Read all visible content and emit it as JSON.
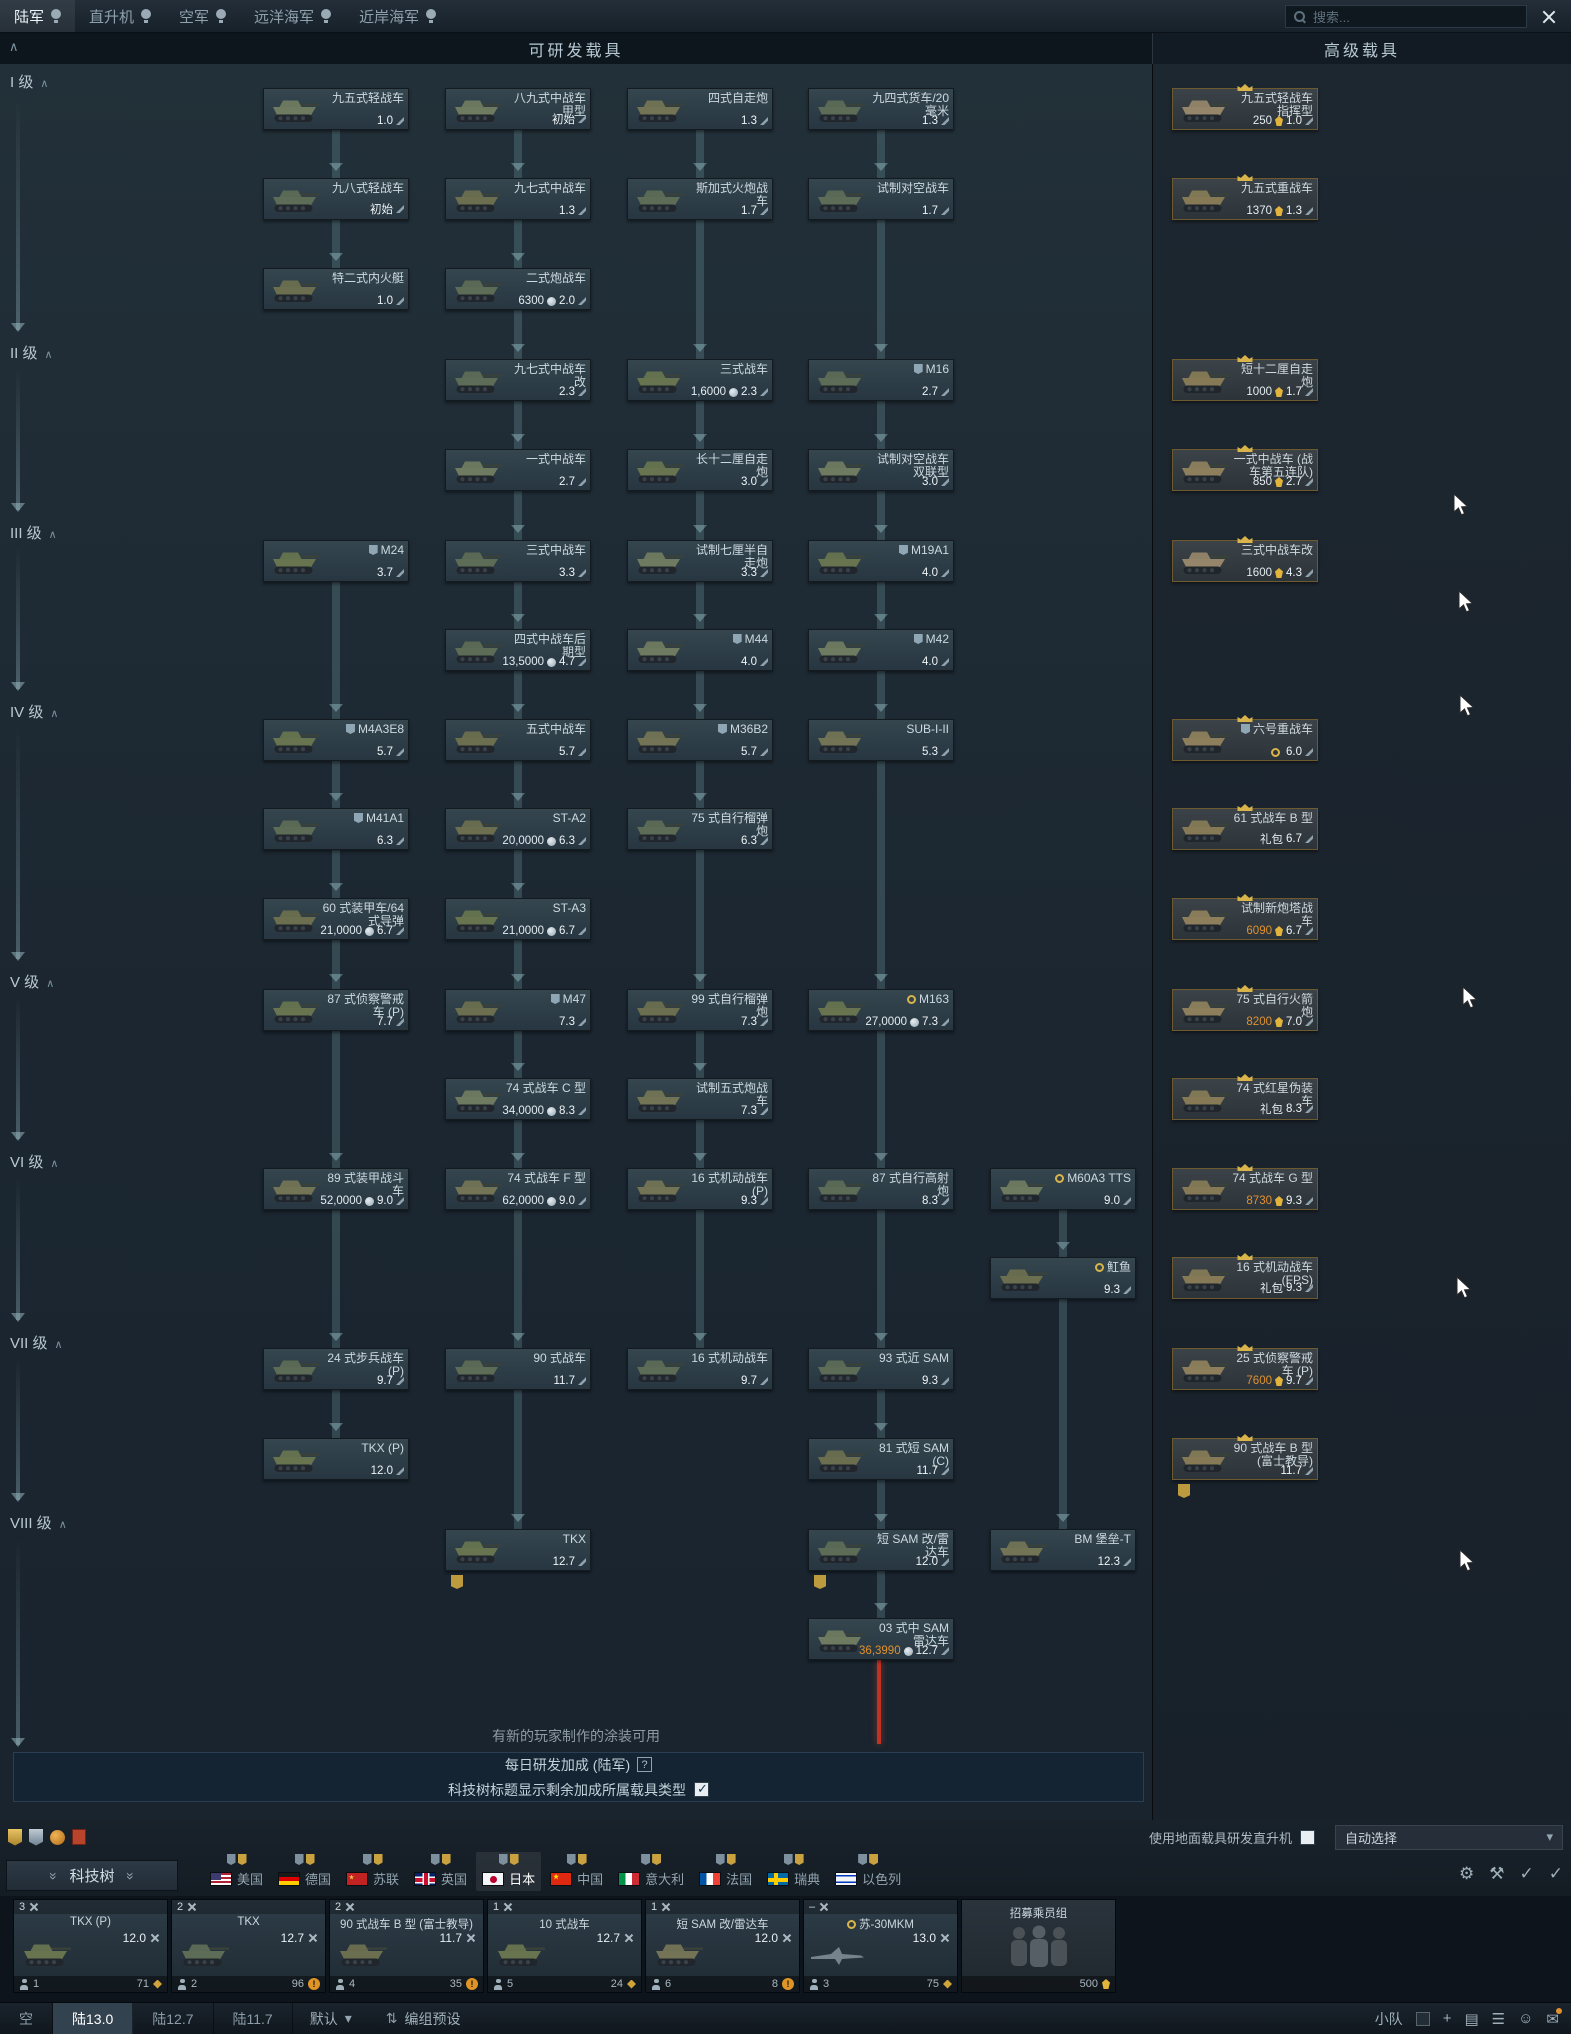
{
  "topbar": {
    "tabs": [
      {
        "id": "army",
        "label": "陆军",
        "active": true
      },
      {
        "id": "helicopters",
        "label": "直升机",
        "active": false
      },
      {
        "id": "aviation",
        "label": "空军",
        "active": false
      },
      {
        "id": "bluewater-fleet",
        "label": "远洋海军",
        "active": false
      },
      {
        "id": "coastal-fleet",
        "label": "近岸海军",
        "active": false
      }
    ],
    "search_placeholder": "搜索..."
  },
  "headers": {
    "researchable": "可研发载具",
    "premium": "高级载具"
  },
  "ranks": [
    "I 级",
    "II 级",
    "III 级",
    "IV 级",
    "V 级",
    "VI 级",
    "VII 级",
    "VIII 级"
  ],
  "tree": {
    "vehicles": [
      {
        "id": "t95",
        "name": "九五式轻战车",
        "br": "1.0",
        "col": "1",
        "rank": 1,
        "row": 1
      },
      {
        "id": "igo",
        "name": "八九式中战车甲型",
        "br": "初始",
        "col": "2",
        "rank": 1,
        "row": 1
      },
      {
        "id": "horo",
        "name": "四式自走炮",
        "br": "1.3",
        "col": "3",
        "rank": 1,
        "row": 1
      },
      {
        "id": "isuzu",
        "name": "九四式货车/20 毫米",
        "br": "1.3",
        "col": "4",
        "rank": 1,
        "row": 1
      },
      {
        "id": "keni",
        "name": "九八式轻战车",
        "br": "初始",
        "col": "1",
        "rank": 1,
        "row": 2
      },
      {
        "id": "chiha",
        "name": "九七式中战车",
        "br": "1.3",
        "col": "2",
        "rank": 1,
        "row": 2
      },
      {
        "id": "hoi1",
        "name": "斯加式火炮战车",
        "br": "1.7",
        "col": "3",
        "rank": 1,
        "row": 2
      },
      {
        "id": "tase",
        "name": "试制对空战车",
        "br": "1.7",
        "col": "4",
        "rank": 1,
        "row": 2
      },
      {
        "id": "kami",
        "name": "特二式内火艇",
        "br": "1.0",
        "col": "1",
        "rank": 1,
        "row": 3
      },
      {
        "id": "hoi",
        "name": "二式炮战车",
        "cost": "6300",
        "br": "2.0",
        "col": "2",
        "rank": 1,
        "row": 3
      },
      {
        "id": "chihakai",
        "name": "九七式中战车改",
        "br": "2.3",
        "col": "2",
        "rank": 2,
        "row": 1
      },
      {
        "id": "chinu",
        "name": "三式战车",
        "cost": "1,6000",
        "br": "2.3",
        "col": "3",
        "rank": 2,
        "row": 1
      },
      {
        "id": "m16",
        "name": "M16",
        "br": "2.7",
        "col": "4",
        "rank": 2,
        "row": 1,
        "mark": "origin"
      },
      {
        "id": "chihe",
        "name": "一式中战车",
        "br": "2.7",
        "col": "2",
        "rank": 2,
        "row": 2
      },
      {
        "id": "honi",
        "name": "长十二厘自走炮",
        "br": "3.0",
        "col": "3",
        "rank": 2,
        "row": 2
      },
      {
        "id": "tase2",
        "name": "试制对空战车双联型",
        "br": "3.0",
        "col": "4",
        "rank": 2,
        "row": 2
      },
      {
        "id": "m24",
        "name": "M24",
        "br": "3.7",
        "col": "1",
        "rank": 3,
        "row": 1,
        "mark": "origin"
      },
      {
        "id": "chinu2",
        "name": "三式中战车",
        "br": "3.3",
        "col": "2",
        "rank": 3,
        "row": 1
      },
      {
        "id": "nato",
        "name": "试制七厘半自走炮",
        "br": "3.3",
        "col": "3",
        "rank": 3,
        "row": 1
      },
      {
        "id": "m19",
        "name": "M19A1",
        "br": "4.0",
        "col": "4",
        "rank": 3,
        "row": 1,
        "mark": "origin"
      },
      {
        "id": "chito",
        "name": "四式中战车后期型",
        "cost": "13,5000",
        "br": "4.7",
        "col": "2",
        "rank": 3,
        "row": 2
      },
      {
        "id": "m44",
        "name": "M44",
        "br": "4.0",
        "col": "3",
        "rank": 3,
        "row": 2,
        "mark": "origin"
      },
      {
        "id": "m42",
        "name": "M42",
        "br": "4.0",
        "col": "4",
        "rank": 3,
        "row": 2,
        "mark": "origin"
      },
      {
        "id": "m4a3e8",
        "name": "M4A3E8",
        "br": "5.7",
        "col": "1",
        "rank": 4,
        "row": 1,
        "mark": "origin"
      },
      {
        "id": "chiri",
        "name": "五式中战车",
        "br": "5.7",
        "col": "2",
        "rank": 4,
        "row": 1
      },
      {
        "id": "m36",
        "name": "M36B2",
        "br": "5.7",
        "col": "3",
        "rank": 4,
        "row": 1,
        "mark": "origin"
      },
      {
        "id": "sub",
        "name": "SUB-I-II",
        "br": "5.3",
        "col": "4",
        "rank": 4,
        "row": 1
      },
      {
        "id": "m41",
        "name": "M41A1",
        "br": "6.3",
        "col": "1",
        "rank": 4,
        "row": 2,
        "mark": "origin"
      },
      {
        "id": "sta2",
        "name": "ST-A2",
        "cost": "20,0000",
        "br": "6.3",
        "col": "2",
        "rank": 4,
        "row": 2
      },
      {
        "id": "t75",
        "name": "75 式自行榴弹炮",
        "br": "6.3",
        "col": "3",
        "rank": 4,
        "row": 2
      },
      {
        "id": "t60",
        "name": "60 式装甲车/64 式导弹",
        "cost": "21,0000",
        "br": "6.7",
        "col": "1",
        "rank": 4,
        "row": 3
      },
      {
        "id": "sta3",
        "name": "ST-A3",
        "cost": "21,0000",
        "br": "6.7",
        "col": "2",
        "rank": 4,
        "row": 3
      },
      {
        "id": "t87r",
        "name": "87 式侦察警戒车 (P)",
        "br": "7.7",
        "col": "1",
        "rank": 5,
        "row": 1
      },
      {
        "id": "m47",
        "name": "M47",
        "br": "7.3",
        "col": "2",
        "rank": 5,
        "row": 1,
        "mark": "origin"
      },
      {
        "id": "t99",
        "name": "99 式自行榴弹炮",
        "br": "7.3",
        "col": "3",
        "rank": 5,
        "row": 1
      },
      {
        "id": "m163",
        "name": "M163",
        "cost": "27,0000",
        "br": "7.3",
        "col": "4",
        "rank": 5,
        "row": 1,
        "mark": "squadron"
      },
      {
        "id": "t74c",
        "name": "74 式战车 C 型",
        "cost": "34,0000",
        "br": "8.3",
        "col": "2",
        "rank": 5,
        "row": 2
      },
      {
        "id": "hori5",
        "name": "试制五式炮战车",
        "br": "7.3",
        "col": "3",
        "rank": 5,
        "row": 2
      },
      {
        "id": "t89i",
        "name": "89 式装甲战斗车",
        "cost": "52,0000",
        "br": "9.0",
        "col": "1",
        "rank": 6,
        "row": 1
      },
      {
        "id": "t74f",
        "name": "74 式战车 F 型",
        "cost": "62,0000",
        "br": "9.0",
        "col": "2",
        "rank": 6,
        "row": 1
      },
      {
        "id": "t16p",
        "name": "16 式机动战车 (P)",
        "br": "9.3",
        "col": "3",
        "rank": 6,
        "row": 1
      },
      {
        "id": "t87aa",
        "name": "87 式自行高射炮",
        "br": "8.3",
        "col": "4",
        "rank": 6,
        "row": 1
      },
      {
        "id": "m60",
        "name": "M60A3 TTS",
        "br": "9.0",
        "col": "5",
        "rank": 6,
        "row": 1,
        "mark": "squadron"
      },
      {
        "id": "sting",
        "name": "魟鱼",
        "br": "9.3",
        "col": "5",
        "rank": 6,
        "row": 2,
        "mark": "squadron"
      },
      {
        "id": "t24",
        "name": "24 式步兵战车 (P)",
        "br": "9.7",
        "col": "1",
        "rank": 7,
        "row": 1
      },
      {
        "id": "t90",
        "name": "90 式战车",
        "br": "11.7",
        "col": "2",
        "rank": 7,
        "row": 1
      },
      {
        "id": "t16",
        "name": "16 式机动战车",
        "br": "9.7",
        "col": "3",
        "rank": 7,
        "row": 1
      },
      {
        "id": "t93",
        "name": "93 式近 SAM",
        "br": "9.3",
        "col": "4",
        "rank": 7,
        "row": 1
      },
      {
        "id": "tkxp",
        "name": "TKX (P)",
        "br": "12.0",
        "col": "1",
        "rank": 7,
        "row": 2
      },
      {
        "id": "t81",
        "name": "81 式短 SAM (C)",
        "br": "11.7",
        "col": "4",
        "rank": 7,
        "row": 2
      },
      {
        "id": "tkx",
        "name": "TKX",
        "br": "12.7",
        "col": "2",
        "rank": 8,
        "row": 1,
        "badge": true
      },
      {
        "id": "tansam",
        "name": "短 SAM 改/雷达车",
        "br": "12.0",
        "col": "4",
        "rank": 8,
        "row": 1,
        "badge": true
      },
      {
        "id": "oplot",
        "name": "BM 堡垒-T",
        "br": "12.3",
        "col": "5",
        "rank": 8,
        "row": 1
      },
      {
        "id": "t03",
        "name": "03 式中 SAM 雷达车",
        "cost": "36,3990",
        "orange": true,
        "br": "12.7",
        "col": "4",
        "rank": 8,
        "row": 2
      },
      {
        "id": "p95c",
        "name": "九五式轻战车指挥型",
        "cost": "250",
        "br": "1.0",
        "col": "p",
        "rank": 1,
        "row": 1,
        "prem": true
      },
      {
        "id": "p95h",
        "name": "九五式重战车",
        "cost": "1370",
        "br": "1.3",
        "col": "p",
        "rank": 1,
        "row": 2,
        "prem": true
      },
      {
        "id": "p12",
        "name": "短十二厘自走炮",
        "cost": "1000",
        "br": "1.7",
        "col": "p",
        "rank": 2,
        "row": 1,
        "prem": true
      },
      {
        "id": "pchihe",
        "name": "一式中战车 (战车第五连队)",
        "cost": "850",
        "br": "2.7",
        "col": "p",
        "rank": 2,
        "row": 2,
        "prem": true
      },
      {
        "id": "pchinukai",
        "name": "三式中战车改",
        "cost": "1600",
        "br": "4.3",
        "col": "p",
        "rank": 3,
        "row": 1,
        "prem": true
      },
      {
        "id": "ptiger",
        "name": "六号重战车",
        "br": "6.0",
        "col": "p",
        "rank": 4,
        "row": 1,
        "prem": true,
        "ring": true,
        "mark": "origin"
      },
      {
        "id": "p61b",
        "name": "61 式战车 B 型",
        "cost": "礼包",
        "br": "6.7",
        "col": "p",
        "rank": 4,
        "row": 2,
        "prem": true
      },
      {
        "id": "pstb",
        "name": "试制新炮塔战车",
        "cost": "6090",
        "orange": true,
        "br": "6.7",
        "col": "p",
        "rank": 4,
        "row": 3,
        "prem": true
      },
      {
        "id": "p75r",
        "name": "75 式自行火箭炮",
        "cost": "8200",
        "orange": true,
        "br": "7.0",
        "col": "p",
        "rank": 5,
        "row": 1,
        "prem": true
      },
      {
        "id": "p74rs",
        "name": "74 式红星伪装车",
        "cost": "礼包",
        "br": "8.3",
        "col": "p",
        "rank": 5,
        "row": 2,
        "prem": true
      },
      {
        "id": "p74g",
        "name": "74 式战车 G 型",
        "cost": "8730",
        "orange": true,
        "br": "9.3",
        "col": "p",
        "rank": 6,
        "row": 1,
        "prem": true
      },
      {
        "id": "p16fps",
        "name": "16 式机动战车 (FPS)",
        "cost": "礼包",
        "br": "9.3",
        "col": "p",
        "rank": 6,
        "row": 2,
        "prem": true
      },
      {
        "id": "p25",
        "name": "25 式侦察警戒车 (P)",
        "cost": "7600",
        "orange": true,
        "br": "9.7",
        "col": "p",
        "rank": 7,
        "row": 1,
        "prem": true
      },
      {
        "id": "p90b",
        "name": "90 式战车 B 型 (富士教导)",
        "br": "11.7",
        "col": "p",
        "rank": 7,
        "row": 2,
        "prem": true,
        "badge": true
      }
    ],
    "links": [
      [
        "t95",
        "keni"
      ],
      [
        "keni",
        "kami"
      ],
      [
        "igo",
        "chiha"
      ],
      [
        "chiha",
        "hoi"
      ],
      [
        "hoi",
        "chihakai"
      ],
      [
        "horo",
        "hoi1"
      ],
      [
        "hoi1",
        "chinu"
      ],
      [
        "isuzu",
        "tase"
      ],
      [
        "tase",
        "m16"
      ],
      [
        "chihakai",
        "chihe"
      ],
      [
        "chihe",
        "chinu2"
      ],
      [
        "chinu",
        "honi"
      ],
      [
        "honi",
        "nato"
      ],
      [
        "m16",
        "tase2"
      ],
      [
        "tase2",
        "m19"
      ],
      [
        "m24",
        "m4a3e8"
      ],
      [
        "chinu2",
        "chito"
      ],
      [
        "chito",
        "chiri"
      ],
      [
        "nato",
        "m44"
      ],
      [
        "m44",
        "m36"
      ],
      [
        "m19",
        "m42"
      ],
      [
        "m42",
        "sub"
      ],
      [
        "m4a3e8",
        "m41"
      ],
      [
        "m41",
        "t60"
      ],
      [
        "t60",
        "t87r"
      ],
      [
        "chiri",
        "sta2"
      ],
      [
        "sta2",
        "sta3"
      ],
      [
        "sta3",
        "m47"
      ],
      [
        "m36",
        "t75"
      ],
      [
        "t75",
        "t99"
      ],
      [
        "sub",
        "m163"
      ],
      [
        "t87r",
        "t89i"
      ],
      [
        "m47",
        "t74c"
      ],
      [
        "t74c",
        "t74f"
      ],
      [
        "t99",
        "hori5"
      ],
      [
        "hori5",
        "t16p"
      ],
      [
        "m163",
        "t87aa"
      ],
      [
        "t89i",
        "t24"
      ],
      [
        "t74f",
        "t90"
      ],
      [
        "t16p",
        "t16"
      ],
      [
        "t87aa",
        "t93"
      ],
      [
        "m60",
        "sting"
      ],
      [
        "t24",
        "tkxp"
      ],
      [
        "t90",
        "tkx"
      ],
      [
        "t93",
        "t81"
      ],
      [
        "t81",
        "tansam"
      ],
      [
        "tansam",
        "t03"
      ],
      [
        "sting",
        "oplot"
      ]
    ]
  },
  "footer": {
    "skins_notice": "有新的玩家制作的涂装可用",
    "daily_bonus": "每日研发加成 (陆军)",
    "help_mark": "?",
    "tree_option": "科技树标题显示剩余加成所属载具类型"
  },
  "nationbar": {
    "tree_button": "科技树",
    "heli_research_label": "使用地面载具研发直升机",
    "auto_select": "自动选择",
    "nations": [
      {
        "id": "us",
        "name": "美国"
      },
      {
        "id": "de",
        "name": "德国"
      },
      {
        "id": "su",
        "name": "苏联"
      },
      {
        "id": "gb",
        "name": "英国"
      },
      {
        "id": "jp",
        "name": "日本",
        "selected": true
      },
      {
        "id": "cn",
        "name": "中国"
      },
      {
        "id": "it",
        "name": "意大利"
      },
      {
        "id": "fr",
        "name": "法国"
      },
      {
        "id": "se",
        "name": "瑞典"
      },
      {
        "id": "il",
        "name": "以色列"
      }
    ]
  },
  "crew": {
    "slots": [
      {
        "badge": "3",
        "name": "TKX (P)",
        "br": "12.0",
        "crew": "1",
        "stat": "71"
      },
      {
        "badge": "2",
        "name": "TKX",
        "br": "12.7",
        "crew": "2",
        "stat": "96",
        "warn": true
      },
      {
        "badge": "2",
        "name": "90 式战车 B 型 (富士教导)",
        "br": "11.7",
        "crew": "4",
        "stat": "35",
        "warn": true
      },
      {
        "badge": "1",
        "name": "10 式战车",
        "br": "12.7",
        "crew": "5",
        "stat": "24"
      },
      {
        "badge": "1",
        "name": "短 SAM 改/雷达车",
        "br": "12.0",
        "crew": "6",
        "stat": "8",
        "warn": true
      },
      {
        "badge": "–",
        "name": "苏-30MKM",
        "br": "13.0",
        "crew": "3",
        "stat": "75",
        "mark": "squadron",
        "plane": true
      }
    ],
    "recruit": {
      "label": "招募乘员组",
      "cost": "500"
    }
  },
  "taskbar": {
    "tabs": [
      {
        "label": "空",
        "active": false
      },
      {
        "label": "陆13.0",
        "active": true
      },
      {
        "label": "陆12.7",
        "active": false
      },
      {
        "label": "陆11.7",
        "active": false
      }
    ],
    "preset": "默认",
    "group_preset": "编组预设",
    "squad_label": "小队"
  }
}
